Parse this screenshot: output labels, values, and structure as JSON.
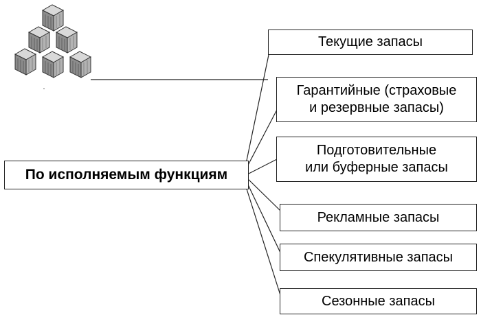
{
  "diagram": {
    "root_label": "По исполняемым функциям",
    "categories": [
      {
        "lines": [
          "Текущие запасы"
        ]
      },
      {
        "lines": [
          "Гарантийные (страховые",
          "и резервные запасы)"
        ]
      },
      {
        "lines": [
          "Подготовительные",
          "или буферные запасы"
        ]
      },
      {
        "lines": [
          "Рекламные запасы"
        ]
      },
      {
        "lines": [
          "Спекулятивные запасы"
        ]
      },
      {
        "lines": [
          "Сезонные запасы"
        ]
      }
    ],
    "icon": "stacked-boxes-icon",
    "colors": {
      "line": "#222222",
      "box_fill": "#ffffff",
      "cube_light": "#d9d9d9",
      "cube_mid": "#a6a6a6",
      "cube_dark": "#6e6e6e"
    }
  }
}
